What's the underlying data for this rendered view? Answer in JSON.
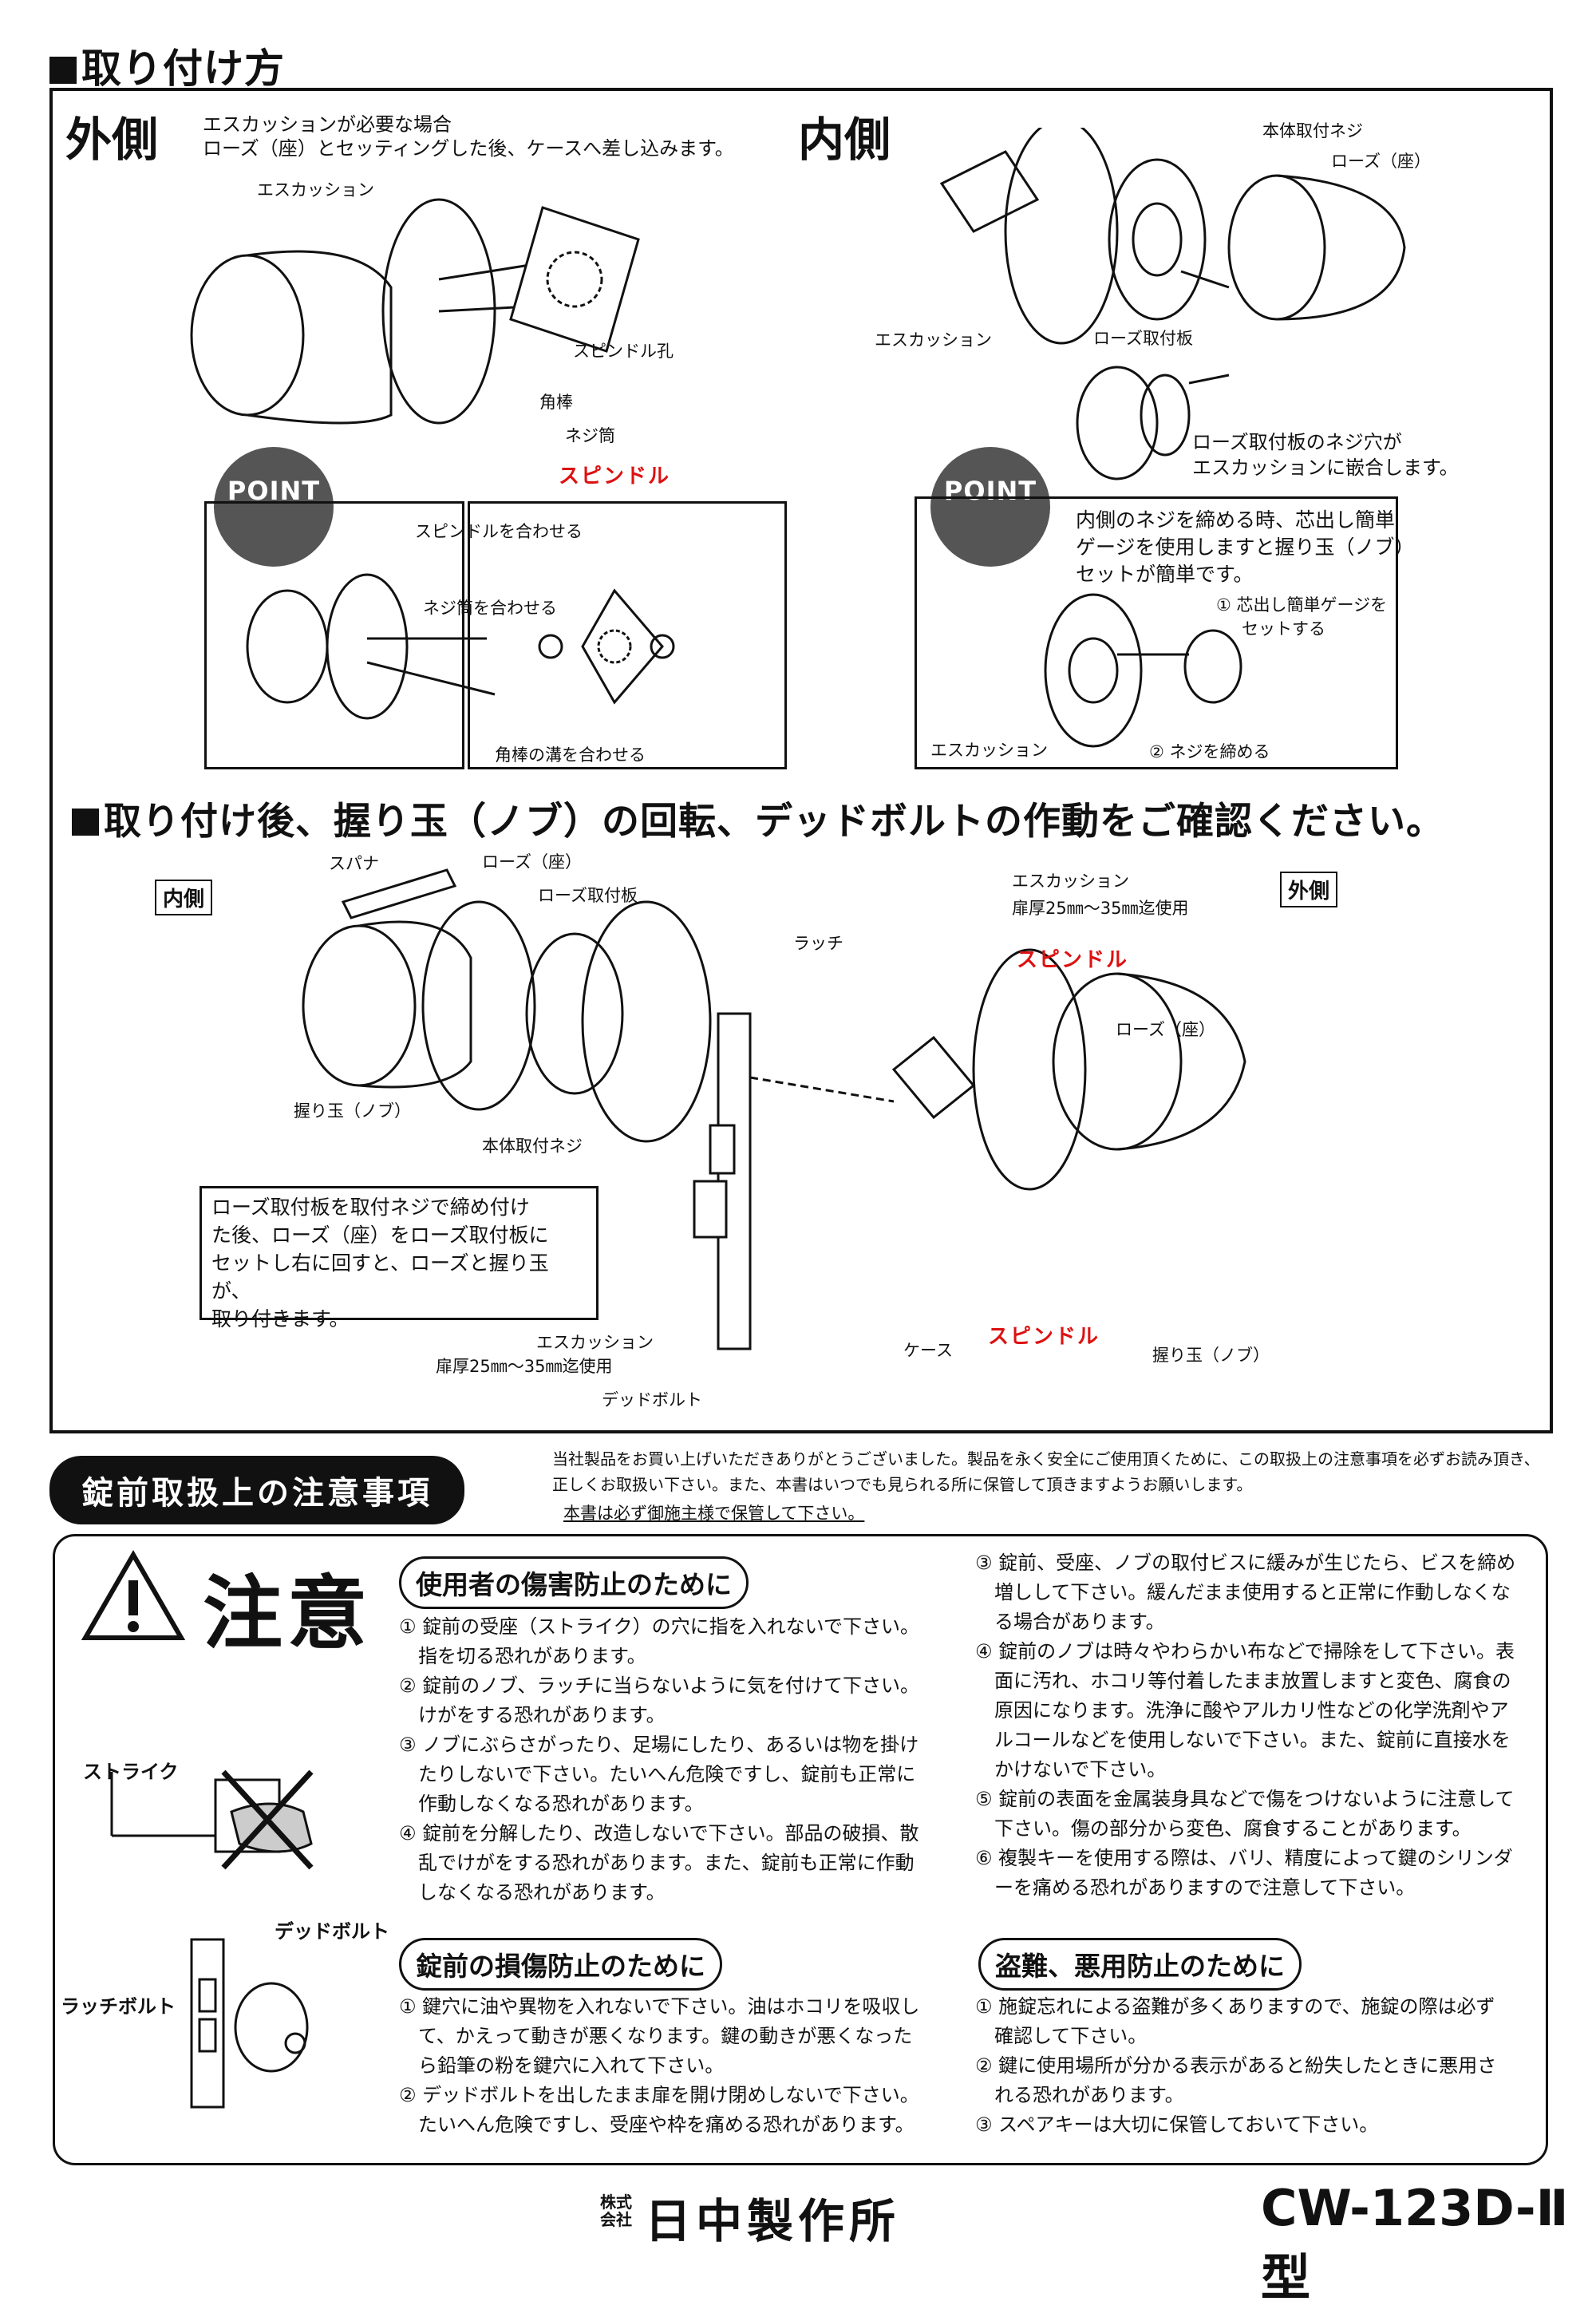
{
  "install": {
    "title": "取り付け方",
    "outside": {
      "heading": "外側",
      "desc1": "エスカッションが必要な場合",
      "desc2": "ローズ（座）とセッティングした後、ケースへ差し込みます。",
      "labels": [
        "エスカッション",
        "スピンドル孔",
        "角棒",
        "ネジ筒",
        "スピンドル"
      ],
      "point": {
        "badge": "POINT",
        "labels": [
          "スピンドルを合わせる",
          "ネジ筒を合わせる",
          "角棒の溝を合わせる"
        ]
      }
    },
    "inside": {
      "heading": "内側",
      "labels": [
        "本体取付ネジ",
        "ローズ（座）",
        "エスカッション",
        "ローズ取付板"
      ],
      "note1": "ローズ取付板のネジ穴が",
      "note2": "エスカッションに嵌合します。",
      "point": {
        "badge": "POINT",
        "text1": "内側のネジを締める時、芯出し簡単",
        "text2": "ゲージを使用しますと握り玉（ノブ）",
        "text3": "セットが簡単です。",
        "step1a": "① 芯出し簡単ゲージを",
        "step1b": "セットする",
        "step2": "② ネジを締める",
        "esc": "エスカッション"
      }
    }
  },
  "confirm": {
    "title": "取り付け後、握り玉（ノブ）の回転、デッドボルトの作動をご確認ください。",
    "tag_inside": "内側",
    "tag_outside": "外側",
    "labels": {
      "spanner": "スパナ",
      "rose1": "ローズ（座）",
      "roseplate": "ローズ取付板",
      "latch": "ラッチ",
      "esc_top": "エスカッション",
      "door_top": "扉厚25㎜～35㎜迄使用",
      "spindle_top": "スピンドル",
      "rose2": "ローズ（座）",
      "knob1": "握り玉（ノブ）",
      "body_screw": "本体取付ネジ",
      "case": "ケース",
      "spindle_bottom": "スピンドル",
      "knob2": "握り玉（ノブ）",
      "esc_bottom": "エスカッション",
      "door_bottom": "扉厚25㎜～35㎜迄使用",
      "deadbolt": "デッドボルト"
    },
    "note": [
      "ローズ取付板を取付ネジで締め付け",
      "た後、ローズ（座）をローズ取付板に",
      "セットし右に回すと、ローズと握り玉が、",
      "取り付きます。"
    ]
  },
  "caution": {
    "banner": "錠前取扱上の注意事項",
    "intro1": "当社製品をお買い上げいただきありがとうございました。製品を永く安全にご使用頂くために、この取扱上の注意事項を必ずお読み頂き、",
    "intro2": "正しくお取扱い下さい。また、本書はいつでも見られる所に保管して頂きますようお願いします。",
    "intro3": "本書は必ず御施主様で保管して下さい。",
    "mark": "注意",
    "strike_label": "ストライク",
    "deadbolt_label": "デッドボルト",
    "latchbolt_label": "ラッチボルト",
    "sec1": {
      "title": "使用者の傷害防止のために",
      "lines": [
        "① 錠前の受座（ストライク）の穴に指を入れないで下さい。",
        "　指を切る恐れがあります。",
        "② 錠前のノブ、ラッチに当らないように気を付けて下さい。",
        "　けがをする恐れがあります。",
        "③ ノブにぶらさがったり、足場にしたり、あるいは物を掛け",
        "　たりしないで下さい。たいへん危険ですし、錠前も正常に",
        "　作動しなくなる恐れがあります。",
        "④ 錠前を分解したり、改造しないで下さい。部品の破損、散",
        "　乱でけがをする恐れがあります。また、錠前も正常に作動",
        "　しなくなる恐れがあります。"
      ]
    },
    "sec2": {
      "title": "錠前の損傷防止のために",
      "lines": [
        "① 鍵穴に油や異物を入れないで下さい。油はホコリを吸収し",
        "　て、かえって動きが悪くなります。鍵の動きが悪くなった",
        "　ら鉛筆の粉を鍵穴に入れて下さい。",
        "② デッドボルトを出したまま扉を開け閉めしないで下さい。",
        "　たいへん危険ですし、受座や枠を痛める恐れがあります。"
      ]
    },
    "sec3": {
      "lines": [
        "③ 錠前、受座、ノブの取付ビスに緩みが生じたら、ビスを締め",
        "　増しして下さい。緩んだまま使用すると正常に作動しなくな",
        "　る場合があります。",
        "④ 錠前のノブは時々やわらかい布などで掃除をして下さい。表",
        "　面に汚れ、ホコリ等付着したまま放置しますと変色、腐食の",
        "　原因になります。洗浄に酸やアルカリ性などの化学洗剤やア",
        "　ルコールなどを使用しないで下さい。また、錠前に直接水を",
        "　かけないで下さい。",
        "⑤ 錠前の表面を金属装身具などで傷をつけないように注意して",
        "　下さい。傷の部分から変色、腐食することがあります。",
        "⑥ 複製キーを使用する際は、バリ、精度によって鍵のシリンダ",
        "　ーを痛める恐れがありますので注意して下さい。"
      ]
    },
    "sec4": {
      "title": "盗難、悪用防止のために",
      "lines": [
        "① 施錠忘れによる盗難が多くありますので、施錠の際は必ず",
        "　確認して下さい。",
        "② 鍵に使用場所が分かる表示があると紛失したときに悪用さ",
        "　れる恐れがあります。",
        "③ スペアキーは大切に保管しておいて下さい。"
      ]
    }
  },
  "footer": {
    "company_prefix1": "株式",
    "company_prefix2": "会社",
    "company": "日中製作所",
    "model": "CW-123D-Ⅱ型"
  }
}
